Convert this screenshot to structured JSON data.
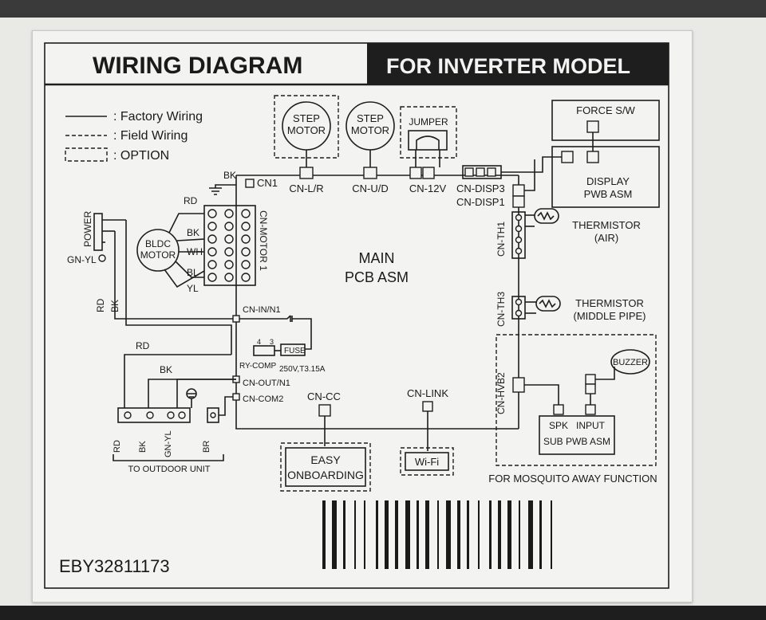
{
  "header": {
    "title": "WIRING DIAGRAM",
    "model_banner": "FOR INVERTER MODEL"
  },
  "legend": {
    "factory": ": Factory Wiring",
    "field": ": Field Wiring",
    "option": ": OPTION"
  },
  "main_board": {
    "line1": "MAIN",
    "line2": "PCB ASM"
  },
  "components": {
    "step_motor_1": [
      "STEP",
      "MOTOR"
    ],
    "step_motor_2": [
      "STEP",
      "MOTOR"
    ],
    "jumper": "JUMPER",
    "force_sw": "FORCE S/W",
    "display": [
      "DISPLAY",
      "PWB ASM"
    ],
    "thermistor_air": [
      "THERMISTOR",
      "(AIR)"
    ],
    "thermistor_pipe": [
      "THERMISTOR",
      "(MIDDLE PIPE)"
    ],
    "buzzer": "BUZZER",
    "sub_pwb": "SUB PWB ASM",
    "spk": "SPK",
    "input": "INPUT",
    "bldc_motor": [
      "BLDC",
      "MOTOR"
    ],
    "easy_onboarding": [
      "EASY",
      "ONBOARDING"
    ],
    "wifi": "Wi-Fi",
    "fuse": "FUSE",
    "fuse_rating": "250V,T3.15A",
    "power": "POWER",
    "gn_yl": "GN-YL"
  },
  "connectors": {
    "cn1": "CN1",
    "cn_lr": "CN-L/R",
    "cn_ud": "CN-U/D",
    "cn_12v": "CN-12V",
    "cn_disp3": "CN-DISP3",
    "cn_disp1": "CN-DISP1",
    "cn_th1": "CN-TH1",
    "cn_th3": "CN-TH3",
    "cn_hvb2": "CN-HVB2",
    "cn_motor1": "CN-MOTOR 1",
    "cn_in_n1": "CN-IN/N1",
    "ry_comp": "RY-COMP",
    "cn_out_n1": "CN-OUT/N1",
    "cn_com2": "CN-COM2",
    "cn_cc": "CN-CC",
    "cn_link": "CN-LINK"
  },
  "wire_colors": {
    "bk": "BK",
    "rd": "RD",
    "wh": "WH",
    "bl": "BL",
    "yl": "YL",
    "br": "BR",
    "gn_yl": "GN-YL"
  },
  "terminal_pins": {
    "p4": "4",
    "p3": "3"
  },
  "outdoor": "TO OUTDOOR UNIT",
  "mosquito": "FOR MOSQUITO AWAY FUNCTION",
  "part_number": "EBY32811173"
}
